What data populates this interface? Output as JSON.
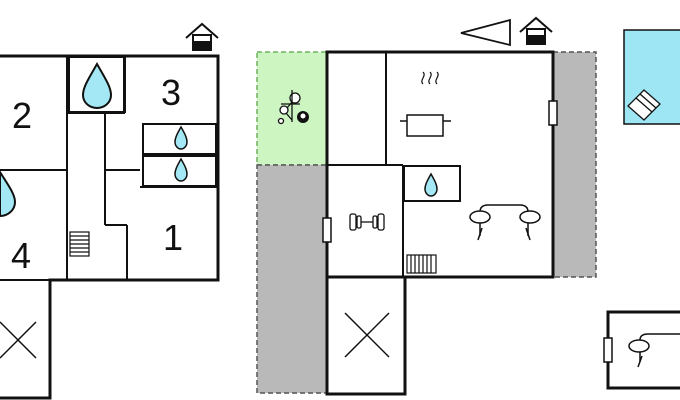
{
  "floorplan": {
    "left_building": {
      "rooms": [
        {
          "id": "room-2",
          "label": "2"
        },
        {
          "id": "room-3",
          "label": "3"
        },
        {
          "id": "room-4",
          "label": "4"
        },
        {
          "id": "room-1",
          "label": "1"
        }
      ],
      "icons": [
        "house-icon",
        "water-drop-icon",
        "stairs-icon",
        "crossed-box-icon"
      ]
    },
    "middle_building": {
      "icons": [
        "house-icon",
        "north-arrow-icon",
        "table-tennis-icon",
        "billiard-ball-icon",
        "cooking-pot-icon",
        "dumbbell-icon",
        "water-drop-icon",
        "sofa-icon",
        "radiator-icon",
        "crossed-box-icon"
      ]
    },
    "right_area": {
      "icons": [
        "swimming-pool-icon",
        "sun-lounger-icon",
        "sofa-icon"
      ]
    },
    "colors": {
      "wall": "#111111",
      "terrace": "#b9b9b9",
      "garden": "#cdf5c2",
      "garden_border": "#6fb35f",
      "pool": "#9fe6f5",
      "water": "#a5e8f5"
    }
  }
}
